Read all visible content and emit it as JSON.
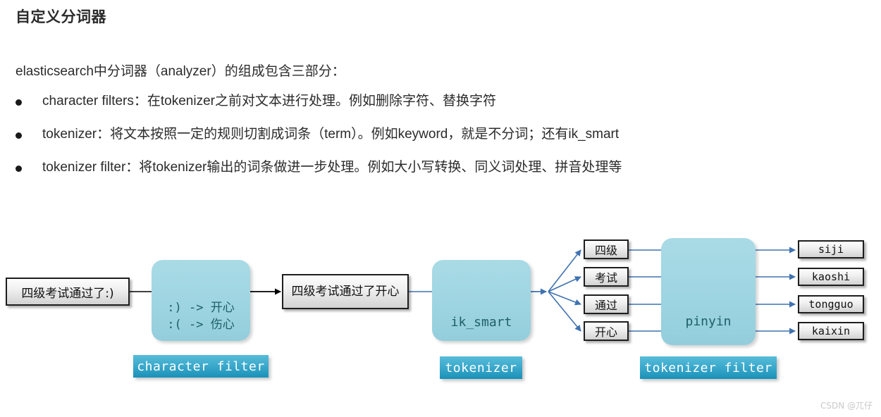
{
  "page": {
    "title": "自定义分词器",
    "intro": "elasticsearch中分词器（analyzer）的组成包含三部分：",
    "bullets": [
      "character filters：在tokenizer之前对文本进行处理。例如删除字符、替换字符",
      "tokenizer：将文本按照一定的规则切割成词条（term）。例如keyword，就是不分词；还有ik_smart",
      "tokenizer filter：将tokenizer输出的词条做进一步处理。例如大小写转换、同义词处理、拼音处理等"
    ],
    "watermark": "CSDN @兀仔"
  },
  "diagram": {
    "input_box": "四级考试通过了:)",
    "char_filter_box": {
      "rules": ":) -> 开心\n:( -> 伤心",
      "banner": "character filter"
    },
    "filtered_box": "四级考试通过了开心",
    "tokenizer_box": {
      "name": "ik_smart",
      "banner": "tokenizer"
    },
    "tokens": [
      "四级",
      "考试",
      "通过",
      "开心"
    ],
    "token_filter_box": {
      "name": "pinyin",
      "banner": "tokenizer filter"
    },
    "outputs": [
      "siji",
      "kaoshi",
      "tongguo",
      "kaixin"
    ],
    "colors": {
      "blue_box": "#9ed5e2",
      "banner": "#3ba9cc",
      "wire_blue": "#3f72b0",
      "wire_black": "#000000",
      "gray_box": "#e6e6e6"
    }
  }
}
